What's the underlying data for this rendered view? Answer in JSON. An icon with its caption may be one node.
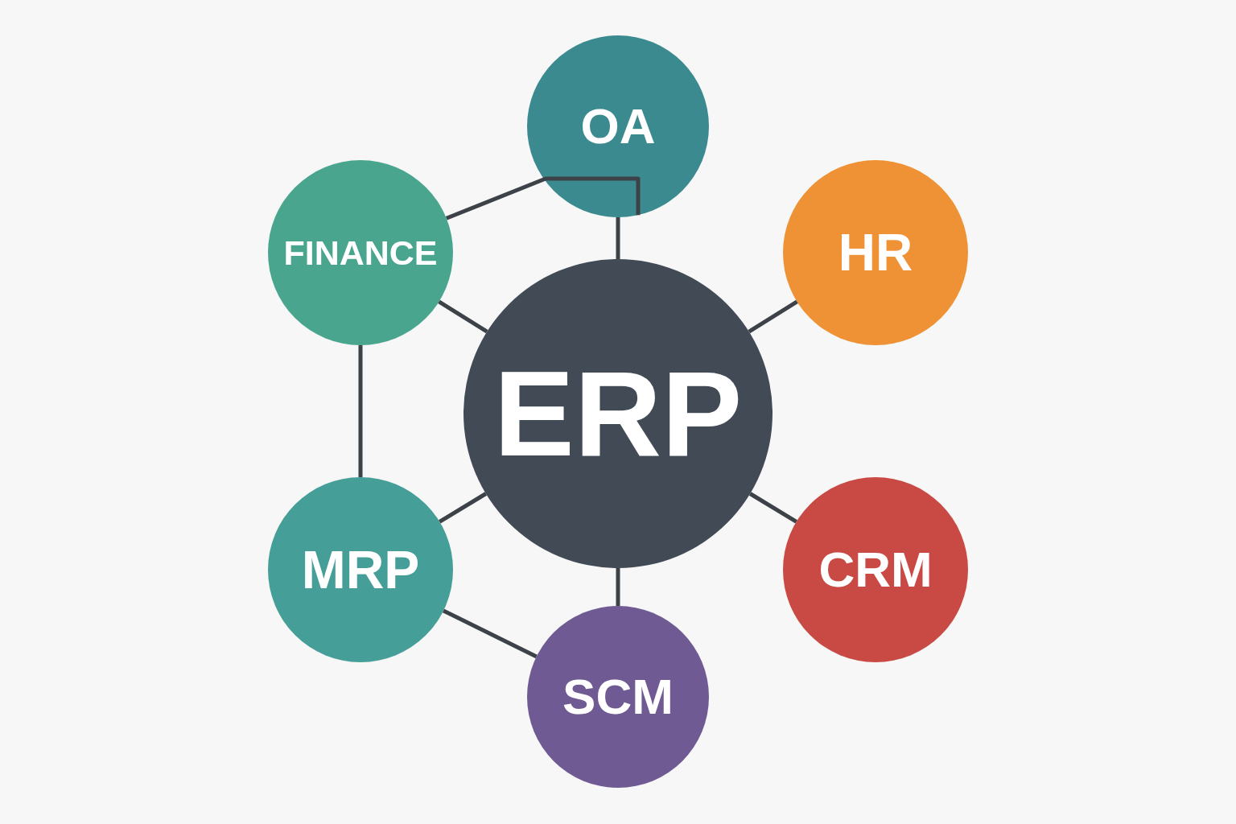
{
  "diagram": {
    "nodes": [
      {
        "text": [
          "OA"
        ]
      },
      {
        "text": [
          "FINANCE"
        ]
      },
      {
        "text": [
          "HR"
        ]
      },
      {
        "text": [
          "ERP"
        ]
      },
      {
        "text": [
          "MRP"
        ]
      },
      {
        "text": [
          "CRM"
        ]
      },
      {
        "text": [
          "SCM"
        ]
      }
    ],
    "edges": [
      {
        "from": 3,
        "to": 0,
        "arrow": "none"
      },
      {
        "from": 3,
        "to": 1,
        "arrow": "none"
      },
      {
        "from": 3,
        "to": 2,
        "arrow": "none"
      },
      {
        "from": 3,
        "to": 4,
        "arrow": "none"
      },
      {
        "from": 3,
        "to": 5,
        "arrow": "none"
      },
      {
        "from": 3,
        "to": 6,
        "arrow": "none"
      },
      {
        "from": 1,
        "to": 0,
        "arrow": "none"
      },
      {
        "from": 1,
        "to": 4,
        "arrow": "none"
      },
      {
        "from": 4,
        "to": 6,
        "arrow": "none"
      }
    ]
  }
}
